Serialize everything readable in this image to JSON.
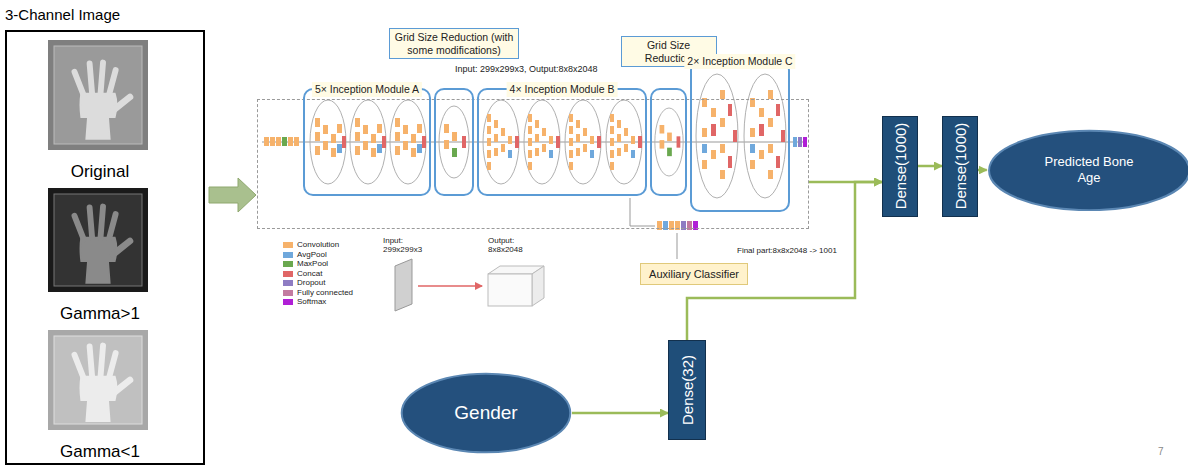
{
  "diagram": {
    "nodes": [
      {
        "text": [
          "3-Channel Image"
        ]
      },
      {
        "text": [
          "Original"
        ],
        "in": 0
      },
      {
        "text": [
          "Gamma>1"
        ],
        "in": 0
      },
      {
        "text": [
          "Gamma<1"
        ],
        "in": 0
      },
      {
        "text": [
          "Input: 299x299x3, Output:8x8x2048"
        ]
      },
      {
        "text": [
          "5× Inception Module A"
        ],
        "in": 4
      },
      {
        "text": [
          "Grid Size Reduction (with some modifications)"
        ],
        "in": 4
      },
      {
        "text": [
          "4× Inception Module B"
        ],
        "in": 4
      },
      {
        "text": [
          "Grid Size Reduction"
        ],
        "in": 4
      },
      {
        "text": [
          "2× Inception Module C"
        ],
        "in": 4
      },
      {
        "text": [
          "Auxiliary Classifier"
        ]
      },
      {
        "text": [
          "Dense(1000)"
        ]
      },
      {
        "text": [
          "Dense(1000)"
        ]
      },
      {
        "text": [
          "Predicted Bone Age"
        ]
      },
      {
        "text": [
          "Gender"
        ]
      },
      {
        "text": [
          "Dense(32)"
        ]
      }
    ],
    "edges": [
      {
        "from": 0,
        "to": 4,
        "arrow": "to"
      },
      {
        "from": 4,
        "to": 11,
        "arrow": "to"
      },
      {
        "from": 15,
        "to": 11,
        "arrow": "to"
      },
      {
        "from": 14,
        "to": 15,
        "arrow": "to"
      },
      {
        "from": 11,
        "to": 12,
        "arrow": "to"
      },
      {
        "from": 12,
        "to": 13,
        "arrow": "to"
      }
    ],
    "labels": [
      "Input: 299x299x3",
      "Output: 8x8x2048",
      "Final part:8x8x2048 -> 1001",
      "7"
    ],
    "legend": [
      {
        "text": "Convolution",
        "color": "#f6b26b"
      },
      {
        "text": "AvgPool",
        "color": "#6fa8dc"
      },
      {
        "text": "MaxPool",
        "color": "#6aa84f"
      },
      {
        "text": "Concat",
        "color": "#e06666"
      },
      {
        "text": "Dropout",
        "color": "#8e7cc3"
      },
      {
        "text": "Fully connected",
        "color": "#c27ba0"
      },
      {
        "text": "Softmax",
        "color": "#b01fd6"
      }
    ]
  }
}
